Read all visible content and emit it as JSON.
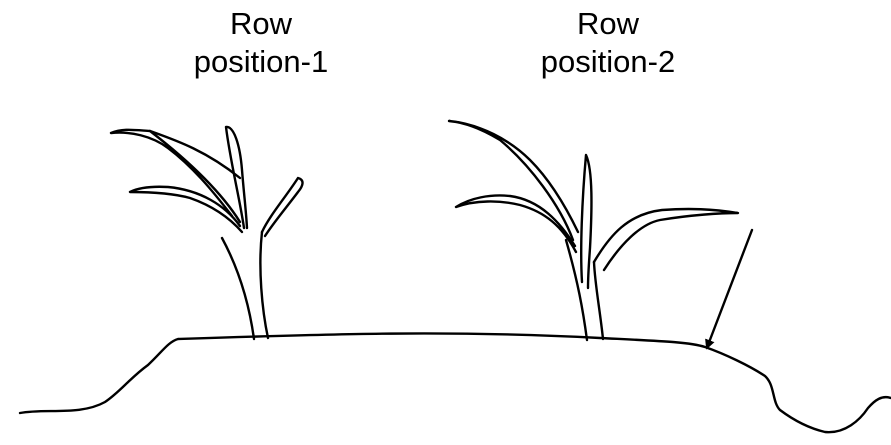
{
  "labels": [
    {
      "line1": "Row",
      "line2": "position-1"
    },
    {
      "line1": "Row",
      "line2": "position-2"
    }
  ],
  "colors": {
    "ink": "#000000",
    "background": "#ffffff"
  }
}
